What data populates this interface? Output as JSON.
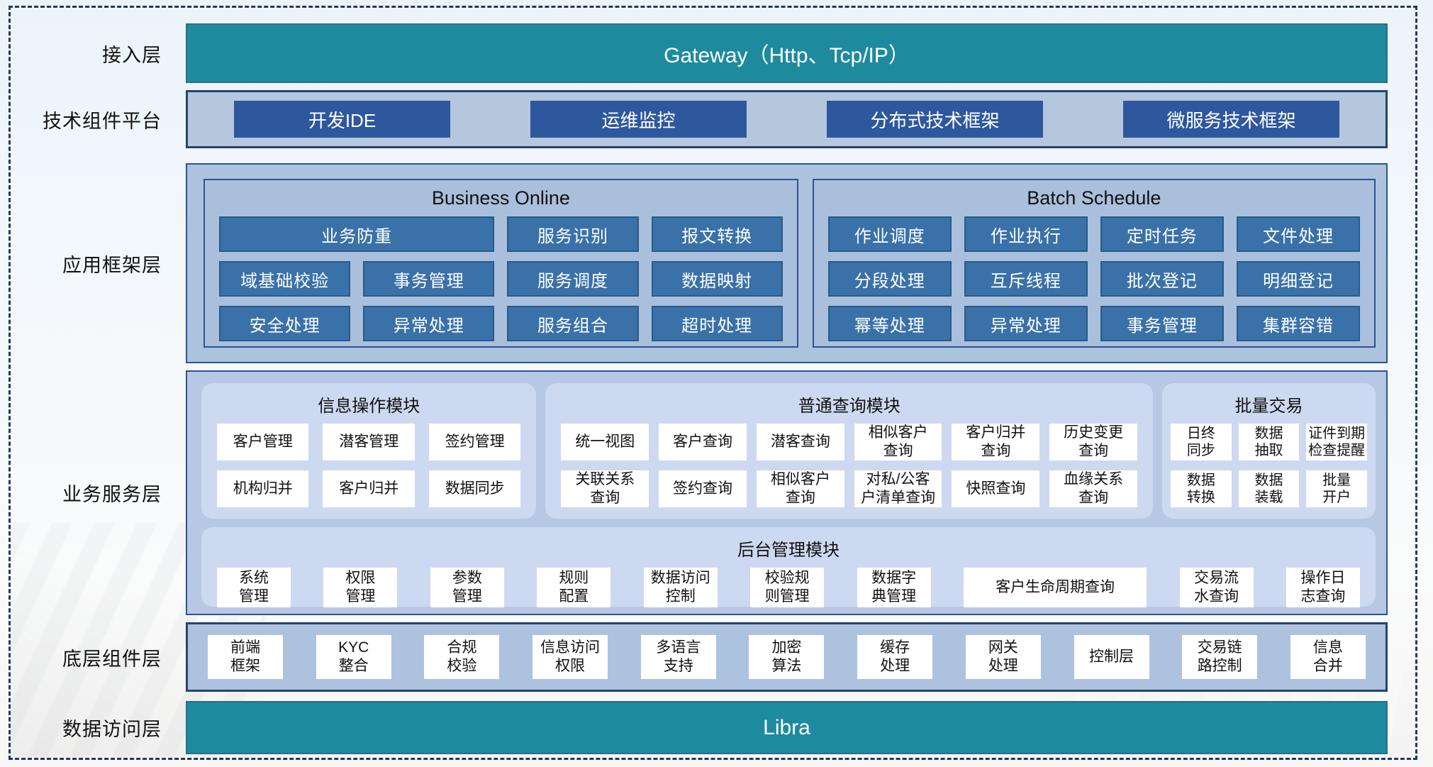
{
  "colors": {
    "teal": "#1E8A9E",
    "navy_button": "#2F579E",
    "blue_button": "#3A71A8",
    "panel_blue": "#ADC2DD",
    "module_lavender": "#CDD9F1",
    "border_navy": "#2E5395",
    "frame_dash": "#23395F"
  },
  "access": {
    "label": "接入层",
    "gateway_label": "Gateway（Http、Tcp/IP）"
  },
  "tech_platform": {
    "label": "技术组件平台",
    "items": [
      "开发IDE",
      "运维监控",
      "分布式技术框架",
      "微服务技术框架"
    ]
  },
  "app_framework": {
    "label": "应用框架层",
    "business_online": {
      "title": "Business Online",
      "row1": [
        "业务防重",
        "服务识别",
        "报文转换"
      ],
      "row2": [
        "域基础校验",
        "事务管理",
        "服务调度",
        "数据映射"
      ],
      "row3": [
        "安全处理",
        "异常处理",
        "服务组合",
        "超时处理"
      ]
    },
    "batch_schedule": {
      "title": "Batch Schedule",
      "row1": [
        "作业调度",
        "作业执行",
        "定时任务",
        "文件处理"
      ],
      "row2": [
        "分段处理",
        "互斥线程",
        "批次登记",
        "明细登记"
      ],
      "row3": [
        "幂等处理",
        "异常处理",
        "事务管理",
        "集群容错"
      ]
    }
  },
  "business_service": {
    "label": "业务服务层",
    "info_ops": {
      "title": "信息操作模块",
      "items": [
        "客户管理",
        "潜客管理",
        "签约管理",
        "机构归并",
        "客户归并",
        "数据同步"
      ]
    },
    "query": {
      "title": "普通查询模块",
      "items": [
        "统一视图",
        "客户查询",
        "潜客查询",
        "相似客户\n查询",
        "客户归并\n查询",
        "历史变更\n查询",
        "关联关系\n查询",
        "签约查询",
        "相似客户\n查询",
        "对私/公客\n户清单查询",
        "快照查询",
        "血缘关系\n查询"
      ]
    },
    "batch_trade": {
      "title": "批量交易",
      "items": [
        "日终\n同步",
        "数据\n抽取",
        "证件到期\n检查提醒",
        "数据\n转换",
        "数据\n装载",
        "批量\n开户"
      ]
    },
    "admin": {
      "title": "后台管理模块",
      "items": [
        "系统\n管理",
        "权限\n管理",
        "参数\n管理",
        "规则\n配置",
        "数据访问\n控制",
        "校验规\n则管理",
        "数据字\n典管理",
        "客户生命周期查询",
        "交易流\n水查询",
        "操作日\n志查询"
      ]
    }
  },
  "base_components": {
    "label": "底层组件层",
    "items": [
      "前端\n框架",
      "KYC\n整合",
      "合规\n校验",
      "信息访问\n权限",
      "多语言\n支持",
      "加密\n算法",
      "缓存\n处理",
      "网关\n处理",
      "控制层",
      "交易链\n路控制",
      "信息\n合并"
    ]
  },
  "data_access": {
    "label": "数据访问层",
    "bar_label": "Libra"
  }
}
